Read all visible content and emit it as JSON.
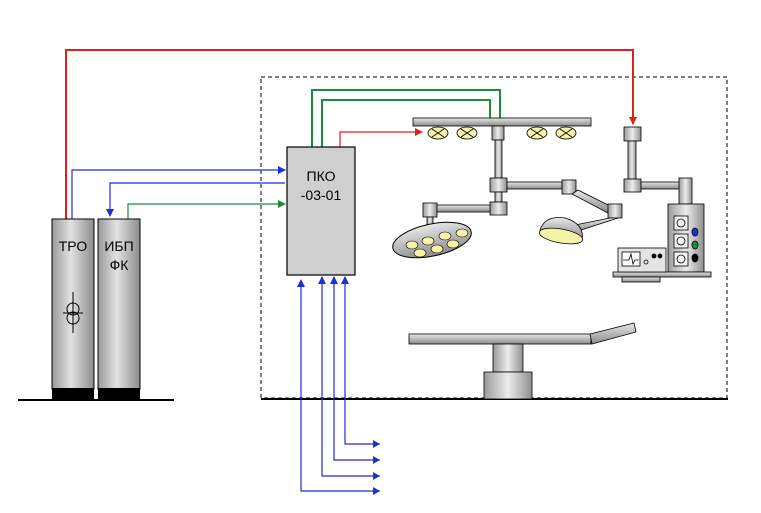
{
  "labels": {
    "cabinet_tro": "ТРО",
    "cabinet_ups_line1": "ИБП",
    "cabinet_ups_line2": "ФК",
    "panel_line1": "ПКО",
    "panel_line2": "-03-01"
  },
  "colors": {
    "power_line": "#e0201b",
    "control_line": "#1f8a3a",
    "supply_line": "#1f2fd6",
    "cabinet_fill": "#c8c8c8",
    "panel_fill": "#cfcfcf",
    "lamp_fill": "#f6f2a8"
  },
  "icons": {
    "transformer": "transformer-symbol-icon",
    "lamp": "surgical-lamp-icon",
    "table": "operating-table-icon",
    "console": "power-outlet-console-icon",
    "monitor": "medical-monitor-icon"
  }
}
